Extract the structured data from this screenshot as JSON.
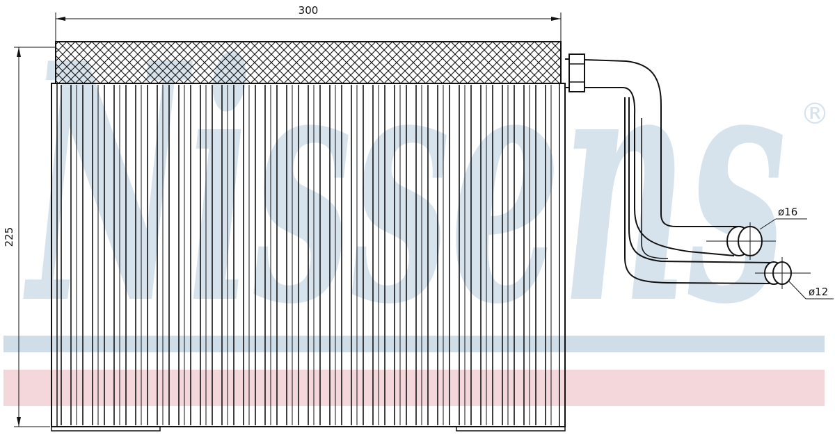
{
  "watermark": {
    "text": "Nissens",
    "registered_mark": "®",
    "color": "#d6e3ed",
    "blue_band_color": "#cfdde9",
    "pink_band_color": "#f3d7da"
  },
  "dimensions": {
    "width_label": "300",
    "height_label": "225",
    "outlet_diameter_label": "ø16",
    "inlet_diameter_label": "ø12"
  },
  "line_color": "#111111"
}
